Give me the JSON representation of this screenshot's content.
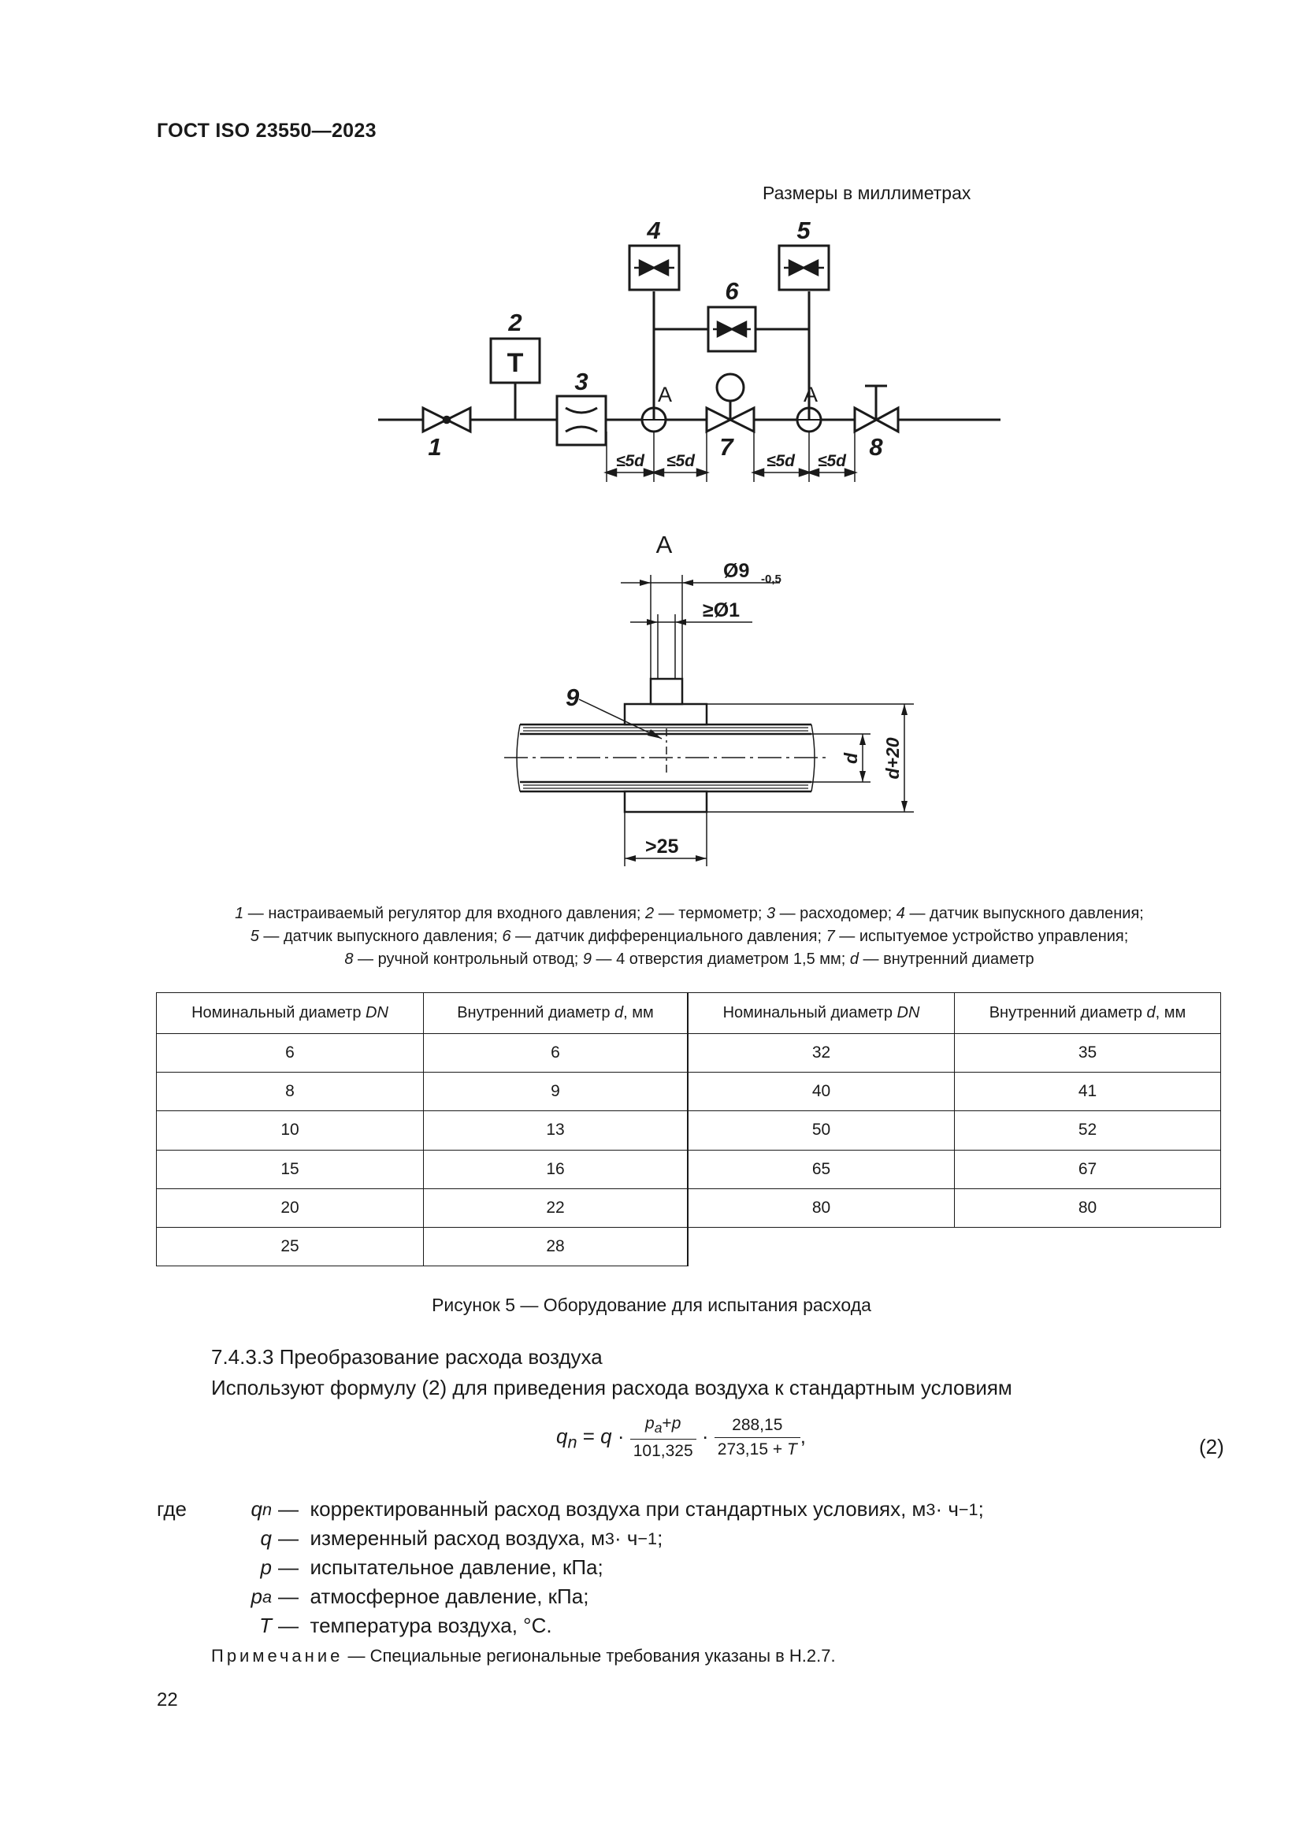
{
  "header": {
    "doc_id": "ГОСТ ISO 23550—2023"
  },
  "figure": {
    "dimension_note": "Размеры в миллиметрах",
    "scheme_labels": {
      "l1": "1",
      "l2": "2",
      "l3": "3",
      "l4": "4",
      "l5": "5",
      "l6": "6",
      "l7": "7",
      "l8": "8",
      "l9": "9",
      "pointA": "A",
      "pointA2": "A"
    },
    "spacing_label": "≤5d",
    "thermo_symbol": "T",
    "detail": {
      "title": "A",
      "dim_outer": "Ø9",
      "dim_outer_tol": "-0,5",
      "dim_hole": "≥Ø1",
      "dim_d": "d",
      "dim_d20": "d+20",
      "dim_len": ">25"
    },
    "legend": [
      {
        "n": "1",
        "text": " — настраиваемый регулятор для входного давления; "
      },
      {
        "n": "2",
        "text": " — термометр; "
      },
      {
        "n": "3",
        "text": " — расходомер; "
      },
      {
        "n": "4",
        "text": " — датчик выпускного давления;"
      },
      {
        "n": "5",
        "text": " — датчик выпускного давления; "
      },
      {
        "n": "6",
        "text": " — датчик дифференциального давления; "
      },
      {
        "n": "7",
        "text": " — испытуемое устройство управления;"
      },
      {
        "n": "8",
        "text": " — ручной контрольный отвод; "
      },
      {
        "n": "9",
        "text": " — 4 отверстия диаметром 1,5 мм; "
      },
      {
        "n": "d",
        "text": " — внутренний диаметр"
      }
    ],
    "caption": "Рисунок 5 — Оборудование для испытания расхода"
  },
  "table": {
    "h_dn": "Номинальный диаметр ",
    "h_dn_sym": "DN",
    "h_d": "Внутренний диаметр ",
    "h_d_sym": "d",
    "h_d_unit": ", мм",
    "left": [
      [
        "6",
        "6"
      ],
      [
        "8",
        "9"
      ],
      [
        "10",
        "13"
      ],
      [
        "15",
        "16"
      ],
      [
        "20",
        "22"
      ],
      [
        "25",
        "28"
      ]
    ],
    "right": [
      [
        "32",
        "35"
      ],
      [
        "40",
        "41"
      ],
      [
        "50",
        "52"
      ],
      [
        "65",
        "67"
      ],
      [
        "80",
        "80"
      ]
    ]
  },
  "section": {
    "title": "7.4.3.3 Преобразование расхода воздуха",
    "intro": "Используют формулу (2) для приведения расхода воздуха к стандартным условиям",
    "formula": {
      "lhs": "q",
      "lhs_sub": "n",
      "eq": " = ",
      "q": "q",
      "dot": " · ",
      "f1_num_a": "p",
      "f1_num_a_sub": "a",
      "f1_num_plus": "+",
      "f1_num_b": "p",
      "f1_den": "101,325",
      "f2_num": "288,15",
      "f2_den_a": "273,15 + ",
      "f2_den_b": "T",
      "tail": ",",
      "number": "(2)"
    },
    "where": "где",
    "defs": [
      {
        "sym": "q",
        "sub": "n",
        "dash": "—",
        "text": "корректированный расход воздуха при стандартных условиях, м",
        "sup1": "3",
        "mid": " · ч",
        "sup2": "−1",
        "end": ";"
      },
      {
        "sym": "q",
        "sub": "",
        "dash": "—",
        "text": "измеренный расход воздуха, м",
        "sup1": "3",
        "mid": " · ч",
        "sup2": "−1",
        "end": ";"
      },
      {
        "sym": "p",
        "sub": "",
        "dash": "—",
        "text": "испытательное давление, кПа;",
        "sup1": "",
        "mid": "",
        "sup2": "",
        "end": ""
      },
      {
        "sym": "p",
        "sub": "a",
        "dash": "—",
        "text": "атмосферное давление, кПа;",
        "sup1": "",
        "mid": "",
        "sup2": "",
        "end": ""
      },
      {
        "sym": "T",
        "sub": "",
        "dash": "—",
        "text": "температура воздуха, °C.",
        "sup1": "",
        "mid": "",
        "sup2": "",
        "end": ""
      }
    ],
    "note_label": "Примечание",
    "note_text": " — Специальные региональные требования указаны в Н.2.7."
  },
  "page_number": "22"
}
